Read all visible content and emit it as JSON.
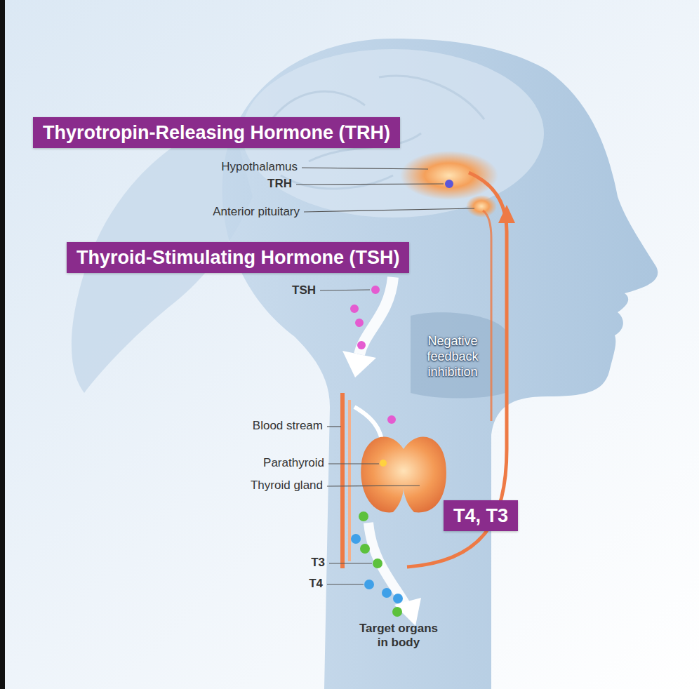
{
  "diagram": {
    "nodes": [
      {
        "text": [
          "Thyrotropin-Releasing Hormone (TRH)"
        ]
      },
      {
        "text": [
          "Thyroid-Stimulating Hormone (TSH)"
        ]
      },
      {
        "text": [
          "T4, T3"
        ]
      }
    ],
    "labels": [
      "Hypothalamus",
      "TRH",
      "Anterior pituitary",
      "TSH",
      "Negative feedback inhibition",
      "Blood stream",
      "Parathyroid",
      "Thyroid gland",
      "T3",
      "T4",
      "Target organs in body"
    ]
  }
}
